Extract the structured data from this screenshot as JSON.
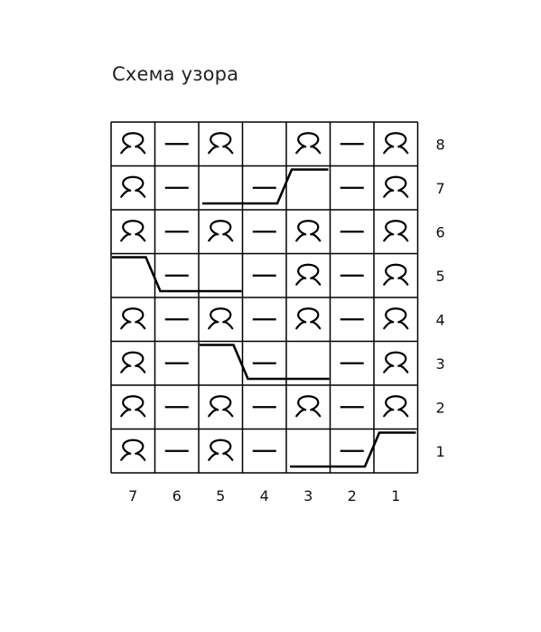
{
  "title": "Схема узора",
  "symbols": {
    "L": "loop-icon",
    "D": "dash-icon",
    "E": "empty"
  },
  "rows": [
    {
      "label": "8",
      "cells": [
        "L",
        "D",
        "L",
        "E",
        "L",
        "D",
        "L"
      ]
    },
    {
      "label": "7",
      "cells": [
        "L",
        "D",
        "E",
        "D",
        "E",
        "D",
        "L"
      ]
    },
    {
      "label": "6",
      "cells": [
        "L",
        "D",
        "L",
        "D",
        "L",
        "D",
        "L"
      ]
    },
    {
      "label": "5",
      "cells": [
        "E",
        "D",
        "E",
        "D",
        "L",
        "D",
        "L"
      ]
    },
    {
      "label": "4",
      "cells": [
        "L",
        "D",
        "L",
        "D",
        "L",
        "D",
        "L"
      ]
    },
    {
      "label": "3",
      "cells": [
        "L",
        "D",
        "E",
        "D",
        "E",
        "D",
        "L"
      ]
    },
    {
      "label": "2",
      "cells": [
        "L",
        "D",
        "L",
        "D",
        "L",
        "D",
        "L"
      ]
    },
    {
      "label": "1",
      "cells": [
        "L",
        "D",
        "L",
        "D",
        "E",
        "D",
        "E"
      ]
    }
  ],
  "column_labels": [
    "7",
    "6",
    "5",
    "4",
    "3",
    "2",
    "1"
  ],
  "cables": [
    {
      "row": "7",
      "from_columns": [
        "5",
        "4"
      ],
      "to_columns": [
        "3"
      ],
      "direction": "rises-left-to-right"
    },
    {
      "row": "5",
      "from_columns": [
        "7"
      ],
      "to_columns": [
        "6",
        "5"
      ],
      "direction": "falls-left-to-right"
    },
    {
      "row": "3",
      "from_columns": [
        "5"
      ],
      "to_columns": [
        "4",
        "3"
      ],
      "direction": "falls-left-to-right"
    },
    {
      "row": "1",
      "from_columns": [
        "3",
        "2"
      ],
      "to_columns": [
        "1"
      ],
      "direction": "rises-left-to-right"
    }
  ]
}
